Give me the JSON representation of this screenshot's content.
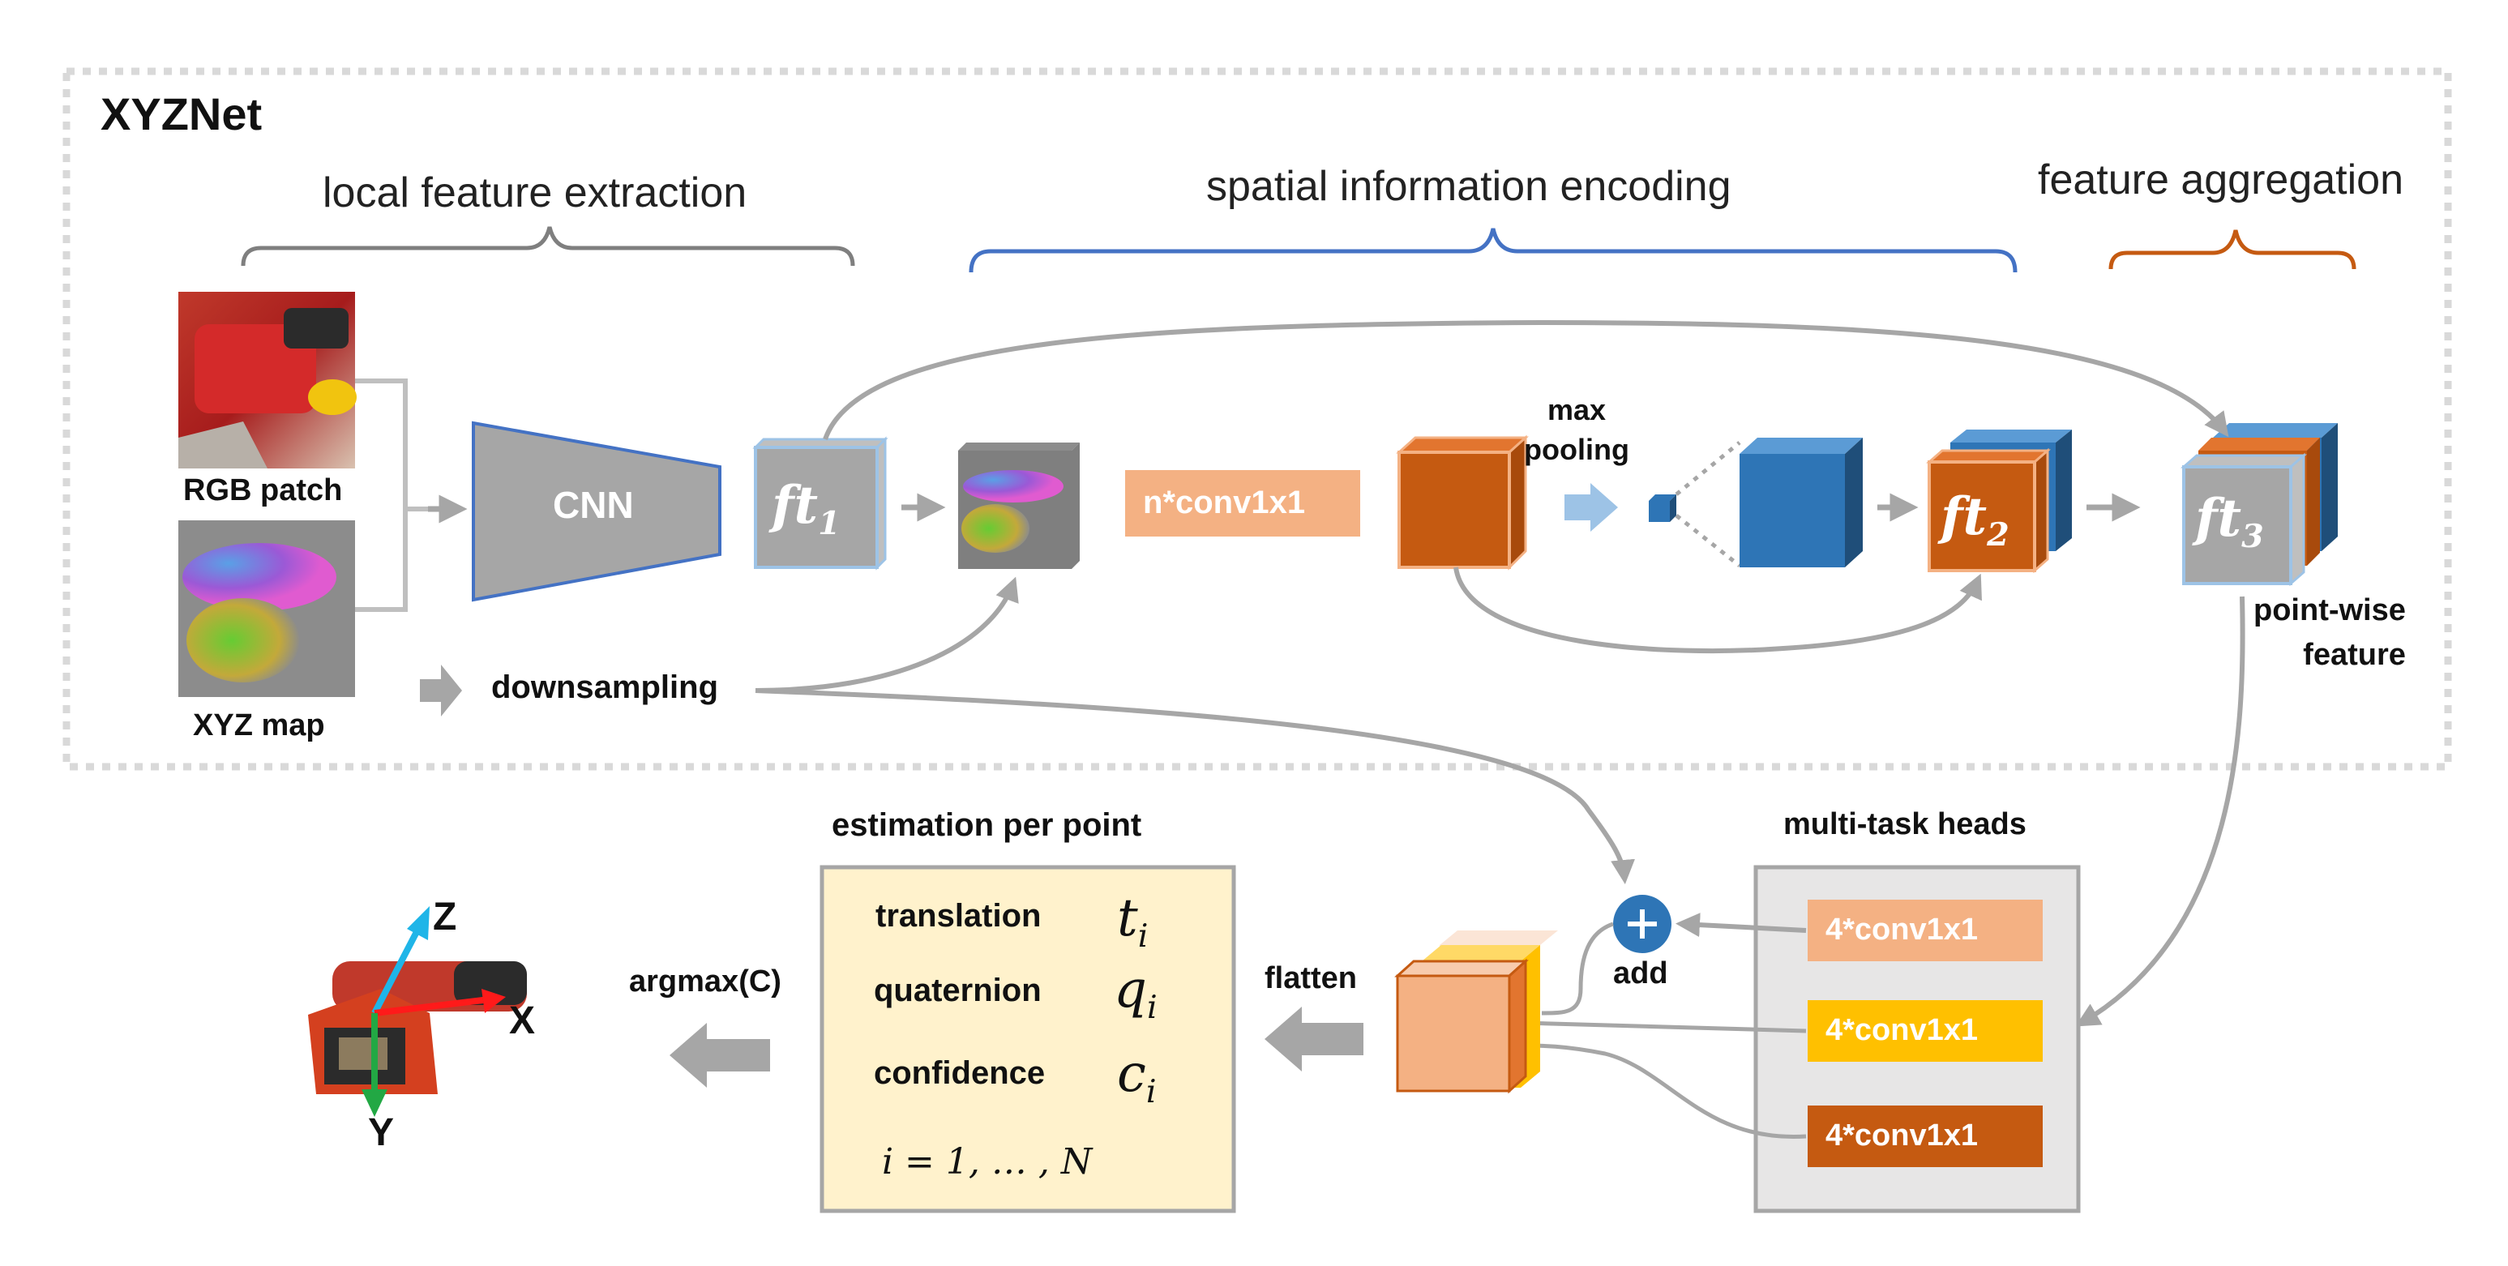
{
  "title": "XYZNet",
  "sections": {
    "local": "local feature extraction",
    "spatial": "spatial information encoding",
    "aggregation": "feature aggregation"
  },
  "inputs": {
    "rgb": "RGB patch",
    "xyz": "XYZ map"
  },
  "blocks": {
    "cnn": "CNN",
    "ft": "ft",
    "ft1_sub": "1",
    "ft2_sub": "2",
    "ft3_sub": "3",
    "conv_n": "n*conv1x1",
    "max_pooling": "max\npooling",
    "downsampling": "downsampling",
    "pointwise": "point-wise\nfeature"
  },
  "heads": {
    "title": "multi-task heads",
    "conv": [
      "4*conv1x1",
      "4*conv1x1",
      "4*conv1x1"
    ],
    "add": "add",
    "flatten": "flatten"
  },
  "estimation": {
    "title": "estimation per point",
    "rows": [
      {
        "label": "translation",
        "sym": "t",
        "sub": "i"
      },
      {
        "label": "quaternion",
        "sym": "q",
        "sub": "i"
      },
      {
        "label": "confidence",
        "sym": "c",
        "sub": "i"
      }
    ],
    "range": "i = 1, … , N",
    "argmax": "argmax(C)"
  },
  "axes": {
    "x": "X",
    "y": "Y",
    "z": "Z"
  },
  "colors": {
    "blue": "#4472c4",
    "orange": "#c55a11",
    "orange_light": "#f4b183",
    "gold": "#ffc000",
    "gray": "#a6a6a6",
    "arrow": "#a6a6a6",
    "panel": "#fff2cc",
    "blue_cube": "#2e75b6",
    "light_blue": "#9dc3e6"
  },
  "icons": [
    "rgb-patch-image",
    "xyz-map-image",
    "drill-object-image",
    "add-plus-icon"
  ]
}
